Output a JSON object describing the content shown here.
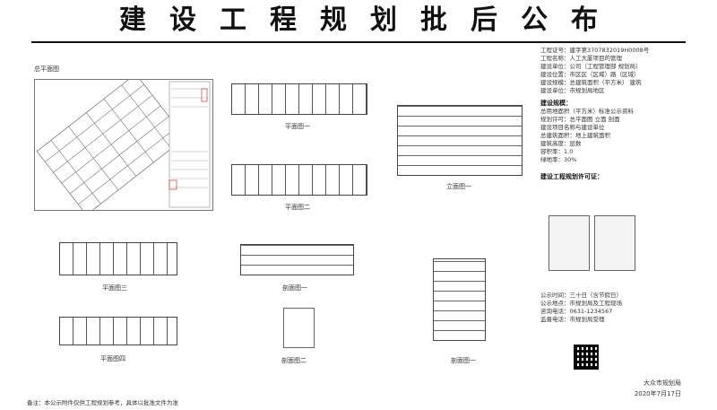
{
  "title": {
    "chars": [
      "建",
      "设",
      "工",
      "程",
      "规",
      "划",
      "批",
      "后",
      "公",
      "布"
    ]
  },
  "drawings": {
    "site_plan_label": "总平面图",
    "plan1": "平面图一",
    "plan2": "平面图二",
    "plan3": "平面图三",
    "plan4": "平面图四",
    "elev1": "立面图一",
    "section1": "剖面图一",
    "section2": "剖面图二",
    "section_elev": "剖面图一"
  },
  "info": {
    "lines": [
      "工程证号：建字第3707832019H0008号",
      "工程名称：人工大厦项目的管理",
      "建设单位：公司（工程管理部 规划局）",
      "建设位置：市区区（区域）路（区域）",
      "建设规模：总建筑面积（平方米） 建筑",
      "建设单位：市规划局地区"
    ],
    "scale_title": "建设规模：",
    "scale_lines": [
      "总用地面积（平方米）标准公示资料",
      "规划许可：总平面图 立面 剖面",
      "建设项目名称与建设单位",
      "总建筑面积：地上建筑面积",
      "建筑高度：层数",
      "容积率：1.0",
      "绿地率：30%"
    ],
    "contact_title": "建设工程规划许可证：",
    "public_period": "公示时间：三十日（含节假日）",
    "public_place": "公示地点：市规划局及工程现场",
    "phone": "咨询电话：0631-1234567",
    "phone_note": "监督电话：市规划局受理",
    "footer_org": "大众市规划局",
    "footer_date": "2020年7月17日"
  },
  "note": "备注：本公示附件仅供工程规划参考，具体以批准文件为准"
}
